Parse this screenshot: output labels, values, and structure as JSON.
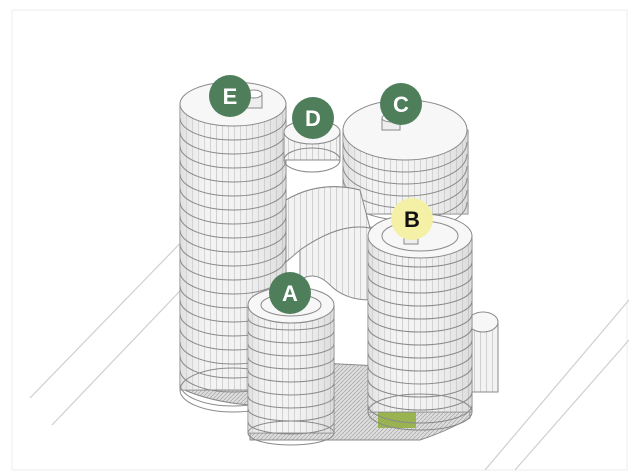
{
  "colors": {
    "marker_green": "#4f7f5a",
    "marker_highlight": "#f4f1a6",
    "marker_text_light": "#ffffff",
    "marker_text_dark": "#111111",
    "facade_stroke": "#8a8a8a",
    "facade_fill": "#f1f1f1",
    "roof_fill": "#f7f7f7",
    "ground_line": "#c9c9c9",
    "base_hatch": "#a9a9a9",
    "green_patch": "#8fae3a"
  },
  "markers": [
    {
      "id": "A",
      "label": "A",
      "style": "green"
    },
    {
      "id": "B",
      "label": "B",
      "style": "highlight"
    },
    {
      "id": "C",
      "label": "C",
      "style": "green"
    },
    {
      "id": "D",
      "label": "D",
      "style": "green"
    },
    {
      "id": "E",
      "label": "E",
      "style": "green"
    }
  ]
}
